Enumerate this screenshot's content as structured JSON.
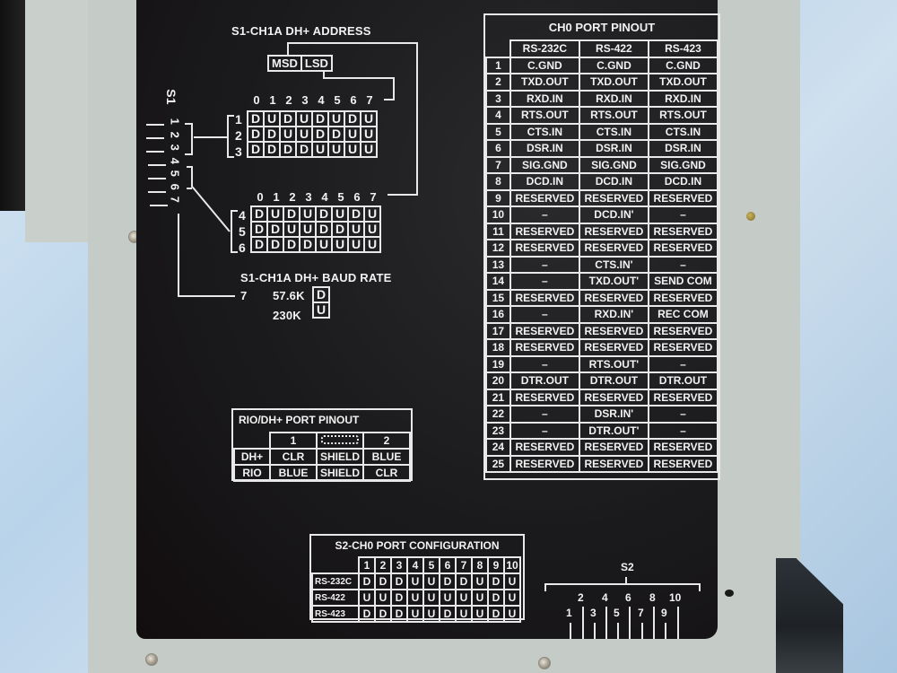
{
  "s1_ch1a_address": {
    "title": "S1-CH1A DH+ ADDRESS",
    "msd_label": "MSD",
    "lsd_label": "LSD",
    "columns": [
      "0",
      "1",
      "2",
      "3",
      "4",
      "5",
      "6",
      "7"
    ],
    "upper_rows": [
      {
        "row": "1",
        "values": [
          "D",
          "U",
          "D",
          "U",
          "D",
          "U",
          "D",
          "U"
        ]
      },
      {
        "row": "2",
        "values": [
          "D",
          "D",
          "U",
          "U",
          "D",
          "D",
          "U",
          "U"
        ]
      },
      {
        "row": "3",
        "values": [
          "D",
          "D",
          "D",
          "D",
          "U",
          "U",
          "U",
          "U"
        ]
      }
    ],
    "lower_rows": [
      {
        "row": "4",
        "values": [
          "D",
          "U",
          "D",
          "U",
          "D",
          "U",
          "D",
          "U"
        ]
      },
      {
        "row": "5",
        "values": [
          "D",
          "D",
          "U",
          "U",
          "D",
          "D",
          "U",
          "U"
        ]
      },
      {
        "row": "6",
        "values": [
          "D",
          "D",
          "D",
          "D",
          "U",
          "U",
          "U",
          "U"
        ]
      }
    ]
  },
  "s1_switch": {
    "label": "S1",
    "positions": [
      "1",
      "2",
      "3",
      "4",
      "5",
      "6",
      "7"
    ]
  },
  "baud_rate": {
    "title": "S1-CH1A DH+ BAUD RATE",
    "switch": "7",
    "options": [
      {
        "rate": "57.6K",
        "setting": "D"
      },
      {
        "rate": "230K",
        "setting": "U"
      }
    ]
  },
  "ch0_pinout": {
    "title": "CH0 PORT PINOUT",
    "headers": [
      "RS-232C",
      "RS-422",
      "RS-423"
    ],
    "rows": [
      {
        "pin": "1",
        "values": [
          "C.GND",
          "C.GND",
          "C.GND"
        ]
      },
      {
        "pin": "2",
        "values": [
          "TXD.OUT",
          "TXD.OUT",
          "TXD.OUT"
        ]
      },
      {
        "pin": "3",
        "values": [
          "RXD.IN",
          "RXD.IN",
          "RXD.IN"
        ]
      },
      {
        "pin": "4",
        "values": [
          "RTS.OUT",
          "RTS.OUT",
          "RTS.OUT"
        ]
      },
      {
        "pin": "5",
        "values": [
          "CTS.IN",
          "CTS.IN",
          "CTS.IN"
        ]
      },
      {
        "pin": "6",
        "values": [
          "DSR.IN",
          "DSR.IN",
          "DSR.IN"
        ]
      },
      {
        "pin": "7",
        "values": [
          "SIG.GND",
          "SIG.GND",
          "SIG.GND"
        ]
      },
      {
        "pin": "8",
        "values": [
          "DCD.IN",
          "DCD.IN",
          "DCD.IN"
        ]
      },
      {
        "pin": "9",
        "values": [
          "RESERVED",
          "RESERVED",
          "RESERVED"
        ]
      },
      {
        "pin": "10",
        "values": [
          "–",
          "DCD.IN'",
          "–"
        ]
      },
      {
        "pin": "11",
        "values": [
          "RESERVED",
          "RESERVED",
          "RESERVED"
        ]
      },
      {
        "pin": "12",
        "values": [
          "RESERVED",
          "RESERVED",
          "RESERVED"
        ]
      },
      {
        "pin": "13",
        "values": [
          "–",
          "CTS.IN'",
          "–"
        ]
      },
      {
        "pin": "14",
        "values": [
          "–",
          "TXD.OUT'",
          "SEND COM"
        ]
      },
      {
        "pin": "15",
        "values": [
          "RESERVED",
          "RESERVED",
          "RESERVED"
        ]
      },
      {
        "pin": "16",
        "values": [
          "–",
          "RXD.IN'",
          "REC COM"
        ]
      },
      {
        "pin": "17",
        "values": [
          "RESERVED",
          "RESERVED",
          "RESERVED"
        ]
      },
      {
        "pin": "18",
        "values": [
          "RESERVED",
          "RESERVED",
          "RESERVED"
        ]
      },
      {
        "pin": "19",
        "values": [
          "–",
          "RTS.OUT'",
          "–"
        ]
      },
      {
        "pin": "20",
        "values": [
          "DTR.OUT",
          "DTR.OUT",
          "DTR.OUT"
        ]
      },
      {
        "pin": "21",
        "values": [
          "RESERVED",
          "RESERVED",
          "RESERVED"
        ]
      },
      {
        "pin": "22",
        "values": [
          "–",
          "DSR.IN'",
          "–"
        ]
      },
      {
        "pin": "23",
        "values": [
          "–",
          "DTR.OUT'",
          "–"
        ]
      },
      {
        "pin": "24",
        "values": [
          "RESERVED",
          "RESERVED",
          "RESERVED"
        ]
      },
      {
        "pin": "25",
        "values": [
          "RESERVED",
          "RESERVED",
          "RESERVED"
        ]
      }
    ]
  },
  "rio_dh_pinout": {
    "title": "RIO/DH+ PORT PINOUT",
    "headers": [
      "1",
      "",
      "2"
    ],
    "rows": [
      {
        "label": "DH+",
        "values": [
          "CLR",
          "SHIELD",
          "BLUE"
        ]
      },
      {
        "label": "RIO",
        "values": [
          "BLUE",
          "SHIELD",
          "CLR"
        ]
      }
    ]
  },
  "s2_ch0_config": {
    "title": "S2-CH0 PORT CONFIGURATION",
    "columns": [
      "1",
      "2",
      "3",
      "4",
      "5",
      "6",
      "7",
      "8",
      "9",
      "10"
    ],
    "rows": [
      {
        "label": "RS-232C",
        "values": [
          "D",
          "D",
          "D",
          "U",
          "U",
          "D",
          "D",
          "U",
          "D",
          "U"
        ]
      },
      {
        "label": "RS-422",
        "values": [
          "U",
          "U",
          "D",
          "U",
          "U",
          "U",
          "U",
          "U",
          "D",
          "U"
        ]
      },
      {
        "label": "RS-423",
        "values": [
          "D",
          "D",
          "D",
          "U",
          "U",
          "D",
          "U",
          "U",
          "D",
          "U"
        ]
      }
    ]
  },
  "s2_switch": {
    "label": "S2",
    "even_positions": [
      "2",
      "4",
      "6",
      "8",
      "10"
    ],
    "odd_positions": [
      "1",
      "3",
      "5",
      "7",
      "9"
    ]
  },
  "colors": {
    "panel": "#1a1a1c",
    "print": "#e8e8e8",
    "housing": "#c5ccc8"
  }
}
